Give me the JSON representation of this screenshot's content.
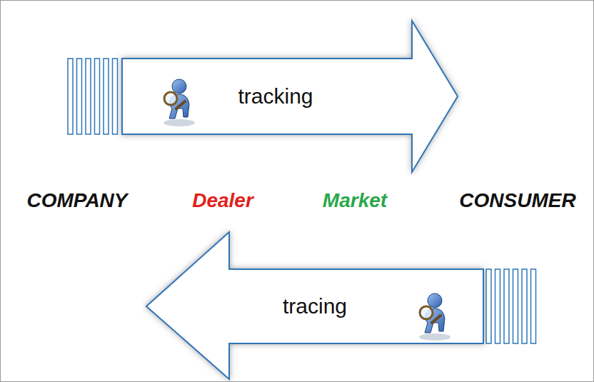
{
  "diagram": {
    "nodes": [
      {
        "text": [
          "tracking"
        ]
      },
      {
        "text": [
          "tracing"
        ]
      }
    ],
    "labels": [
      "COMPANY",
      "Dealer",
      "Market",
      "CONSUMER"
    ]
  }
}
